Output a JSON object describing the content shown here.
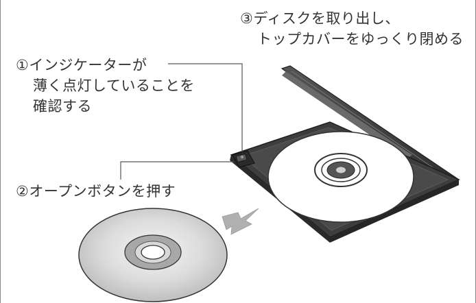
{
  "steps": [
    {
      "number": "①",
      "lines": [
        "①インジケーターが",
        "薄く点灯していることを",
        "確認する"
      ]
    },
    {
      "number": "②",
      "lines": [
        "②オープンボタンを押す"
      ]
    },
    {
      "number": "③",
      "lines": [
        "③ディスクを取り出し、",
        "トップカバーをゆっくり閉める"
      ]
    }
  ],
  "colors": {
    "text": "#333333",
    "drive_body": "#3d3d3d",
    "leader_line": "#555555",
    "arrow": "#b0b0b0",
    "disc_silver": "#d8d8d8"
  },
  "icons": [
    "disc-tray-icon",
    "disc-icon",
    "indicator-led-icon",
    "open-button-icon",
    "eject-arrow-icon"
  ]
}
